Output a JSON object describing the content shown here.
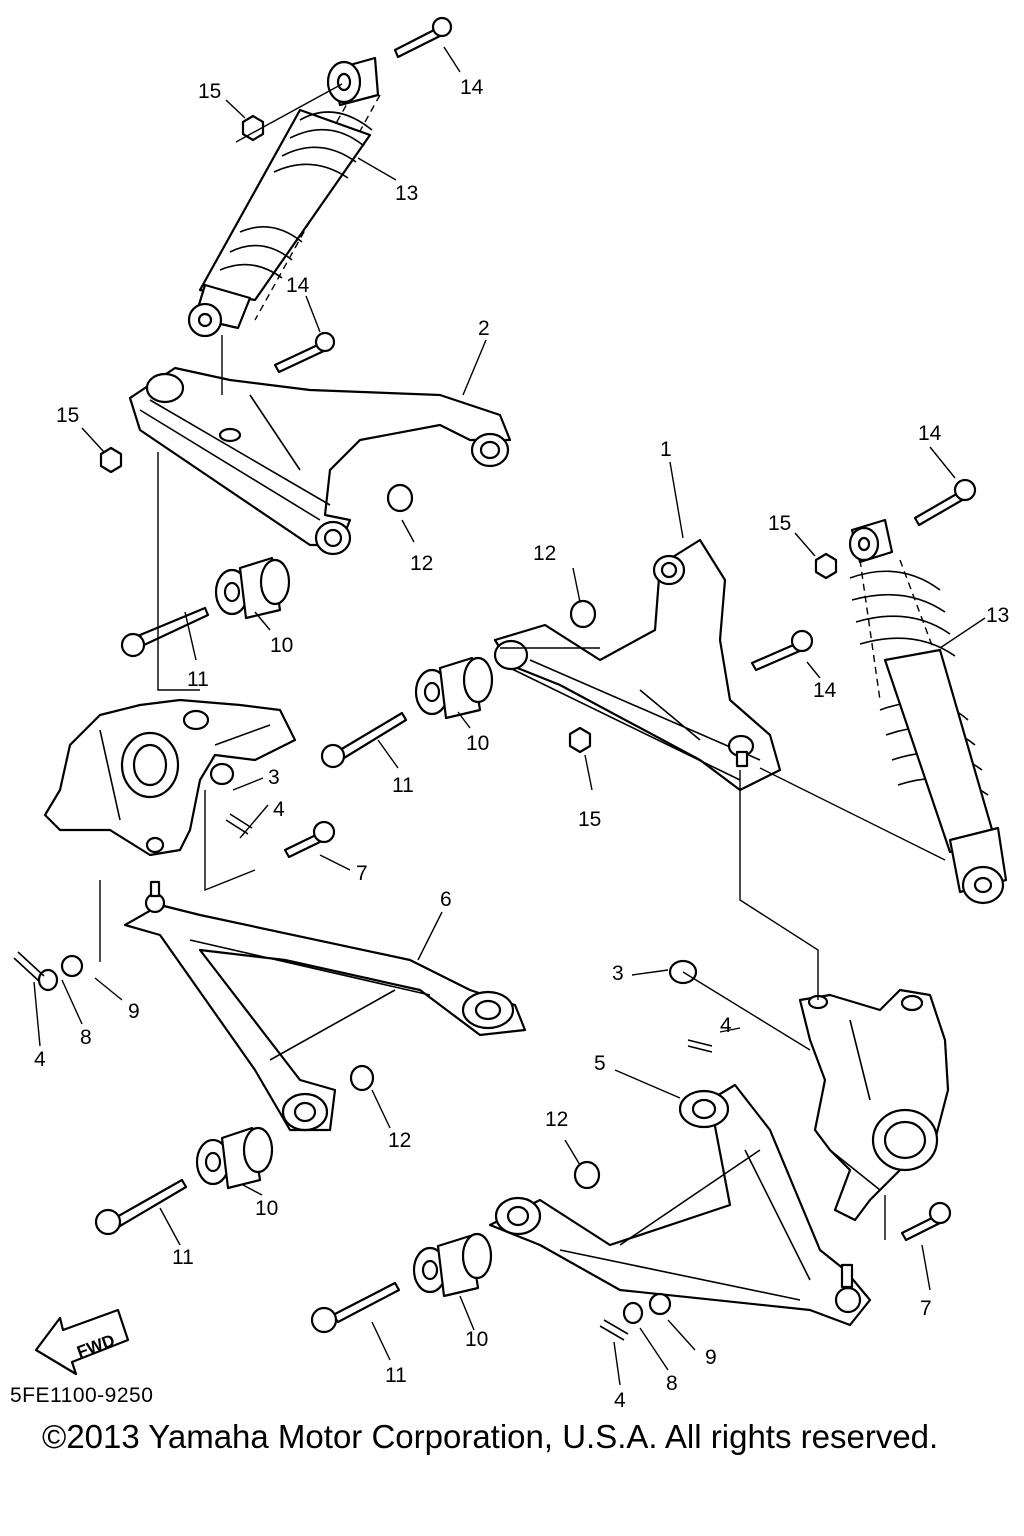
{
  "callouts": {
    "c1": "1",
    "c2": "2",
    "c3a": "3",
    "c3b": "3",
    "c4a": "4",
    "c4b": "4",
    "c4c": "4",
    "c4d": "4",
    "c5": "5",
    "c6": "6",
    "c7a": "7",
    "c7b": "7",
    "c8a": "8",
    "c8b": "8",
    "c9a": "9",
    "c9b": "9",
    "c10a": "10",
    "c10b": "10",
    "c10c": "10",
    "c10d": "10",
    "c11a": "11",
    "c11b": "11",
    "c11c": "11",
    "c11d": "11",
    "c12a": "12",
    "c12b": "12",
    "c12c": "12",
    "c12d": "12",
    "c13a": "13",
    "c13b": "13",
    "c14a": "14",
    "c14b": "14",
    "c14c": "14",
    "c14d": "14",
    "c15a": "15",
    "c15b": "15",
    "c15c": "15",
    "c15d": "15"
  },
  "fwd_label": "FWD",
  "ref_code": "5FE1100-9250",
  "copyright": "©2013 Yamaha Motor Corporation, U.S.A. All rights reserved."
}
